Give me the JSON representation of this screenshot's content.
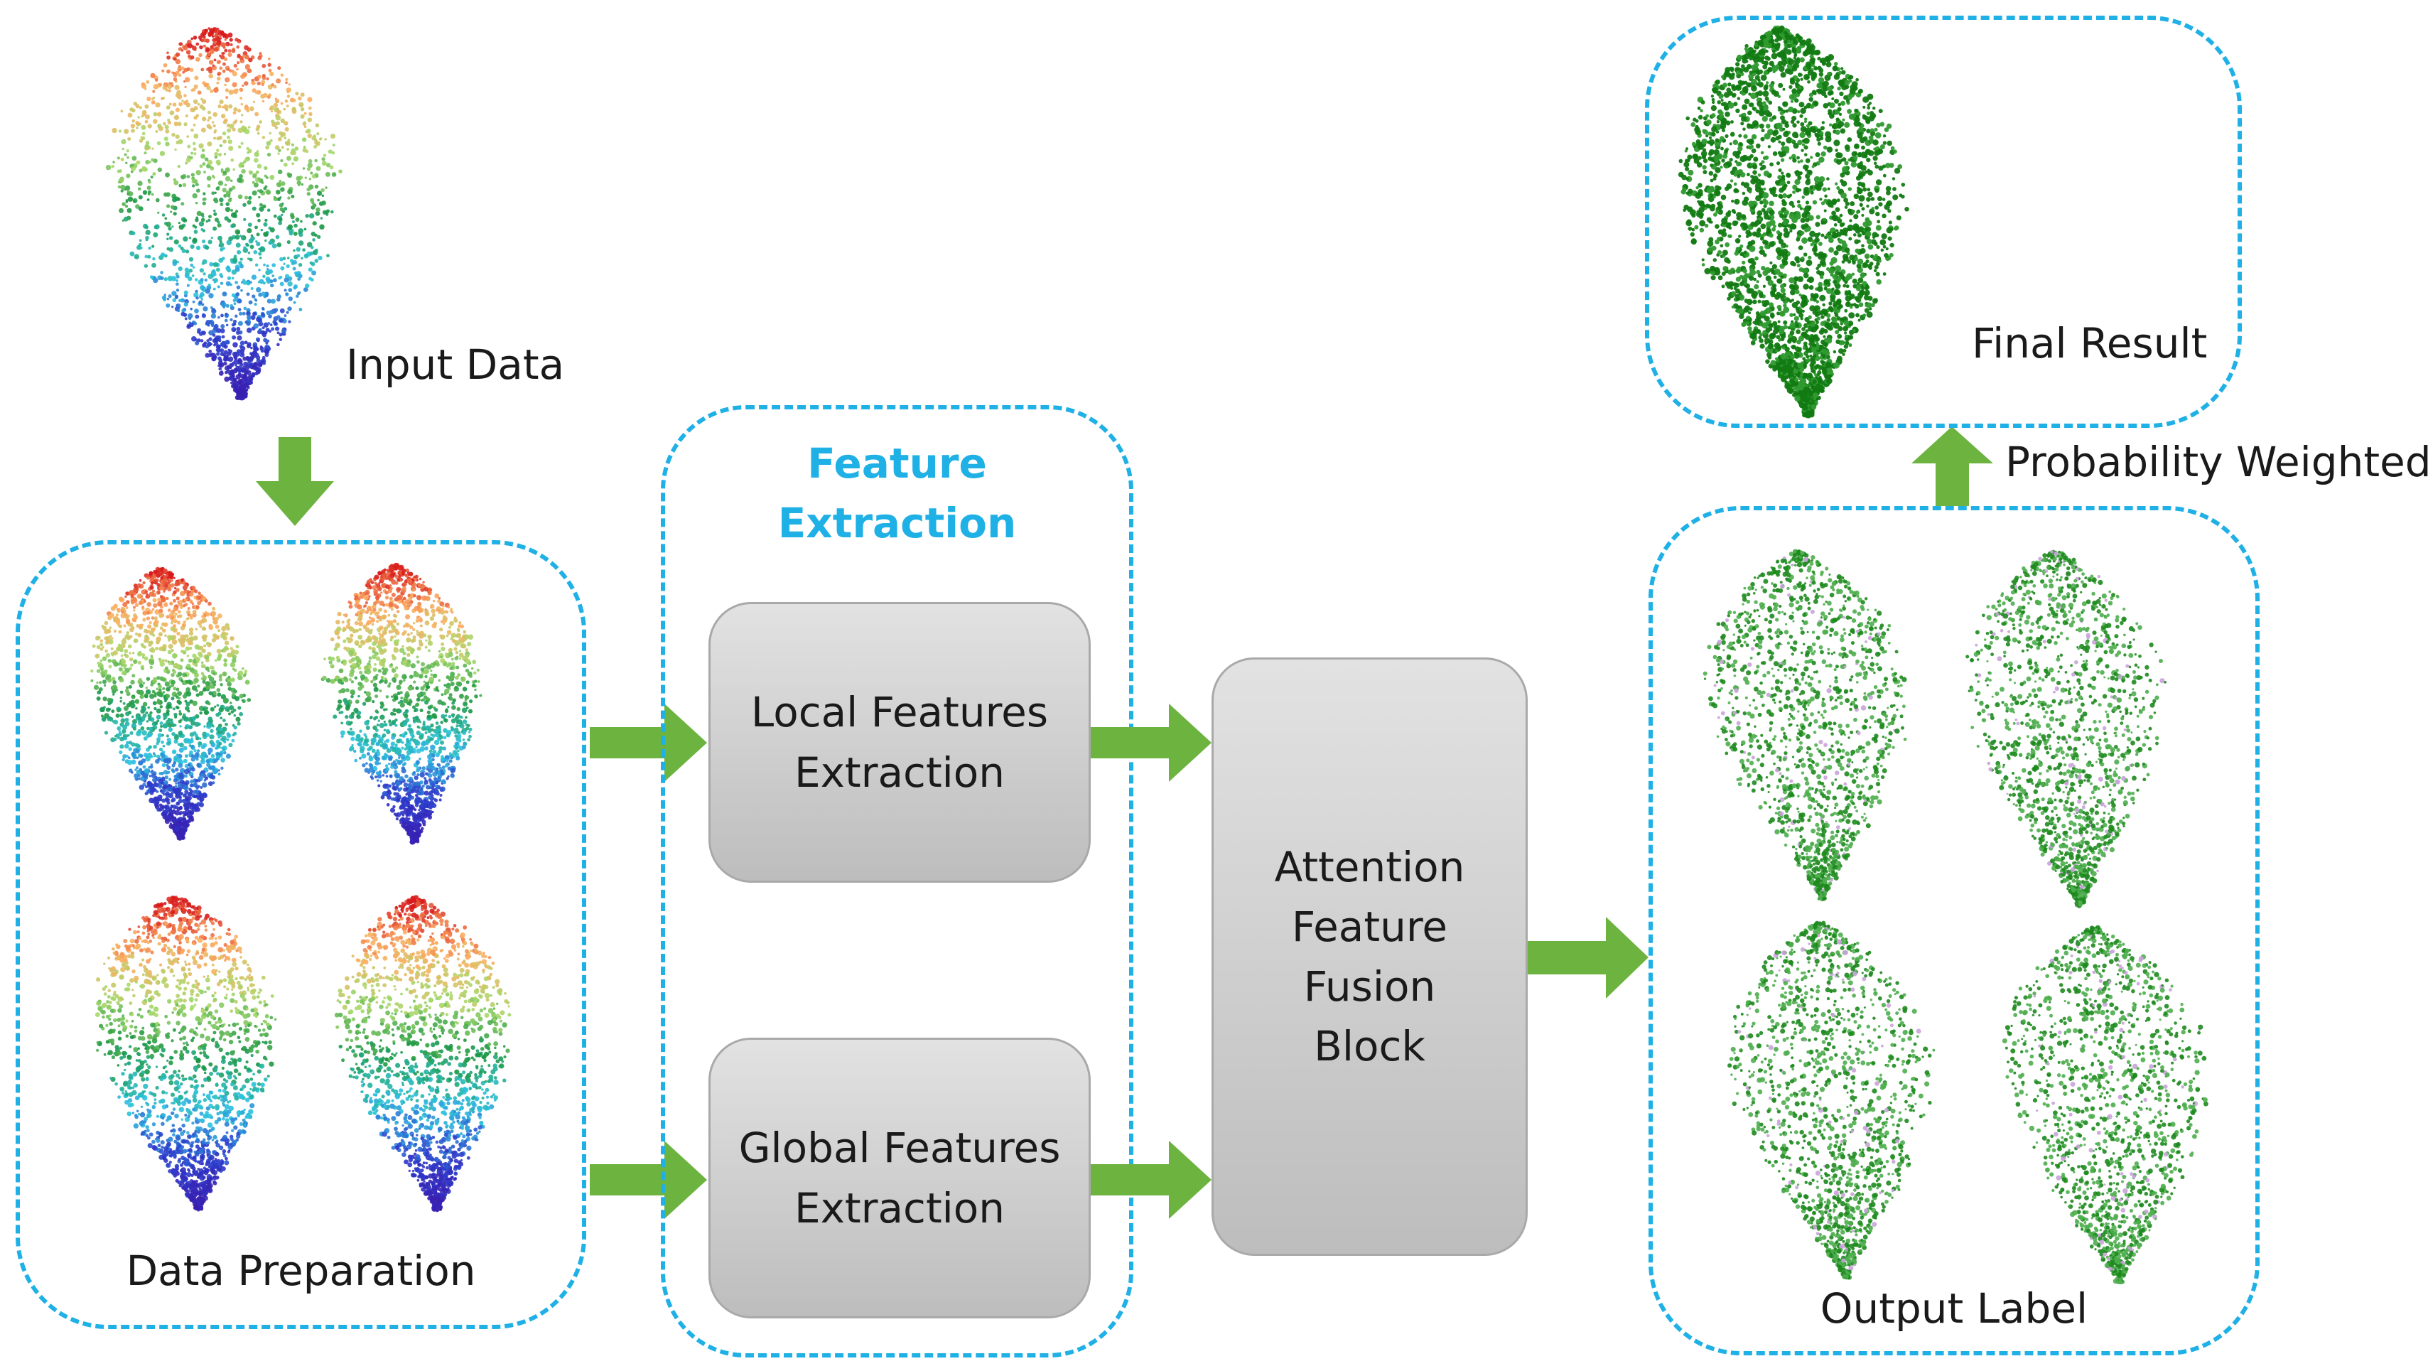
{
  "labels": {
    "input_data": "Input Data",
    "data_preparation": "Data Preparation",
    "feature_extraction": "Feature\nExtraction",
    "local_features": "Local Features\nExtraction",
    "global_features": "Global Features\nExtraction",
    "attention_block": "Attention\nFeature\nFusion\nBlock",
    "output_label": "Output Label",
    "final_result": "Final Result",
    "probability_weighted": "Probability Weighted"
  },
  "colors": {
    "dashed_border": "#1fb0e6",
    "arrow": "#6db33f",
    "box_fill_top": "#e2e2e2",
    "box_fill_bottom": "#bdbdbd",
    "label_green": "#1e8a1e",
    "elevation_gradient": [
      "#d7191c",
      "#fdae61",
      "#a6d96a",
      "#1a9641",
      "#2bc4e0",
      "#2c3ccc",
      "#3a1fb0"
    ]
  },
  "icons": {
    "point_cloud_elevation": "point-cloud-elevation-icon",
    "point_cloud_label": "point-cloud-label-icon",
    "flow_arrow": "flow-arrow-icon"
  }
}
